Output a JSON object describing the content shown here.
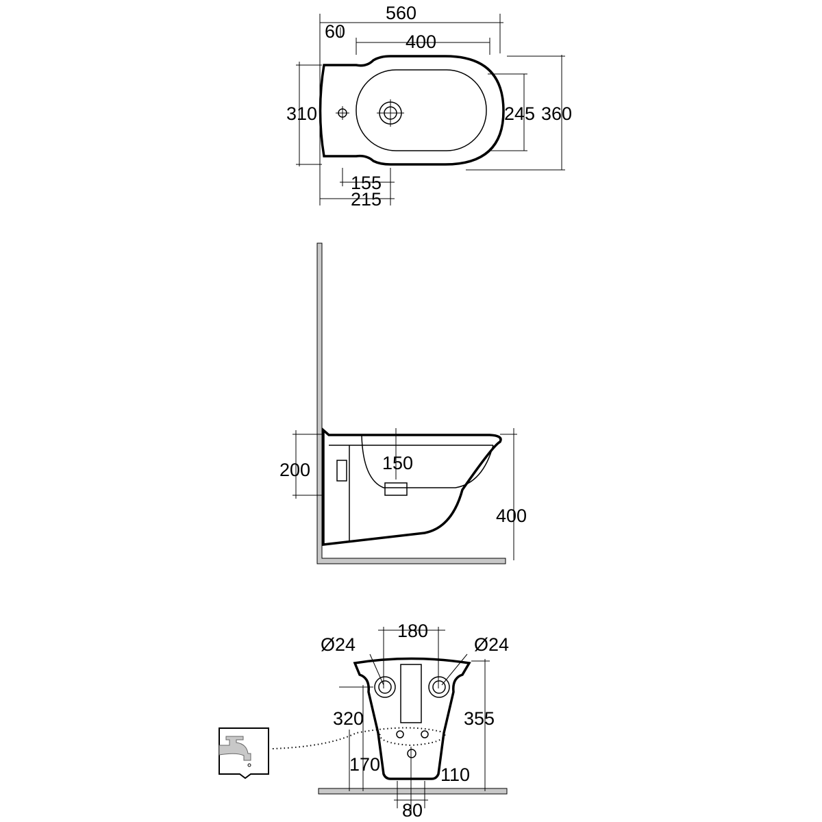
{
  "top_view": {
    "d560": "560",
    "d60": "60",
    "d400": "400",
    "d310": "310",
    "d245": "245",
    "d360": "360",
    "d155": "155",
    "d215": "215"
  },
  "side_view": {
    "d200": "200",
    "d150": "150",
    "d400": "400"
  },
  "front_view": {
    "d24_left": "Ø24",
    "d180": "180",
    "d24_right": "Ø24",
    "d320": "320",
    "d355": "355",
    "d170": "170",
    "d110": "110",
    "d80": "80"
  },
  "colors": {
    "wall": "#c8c8c8",
    "line": "#000000"
  }
}
